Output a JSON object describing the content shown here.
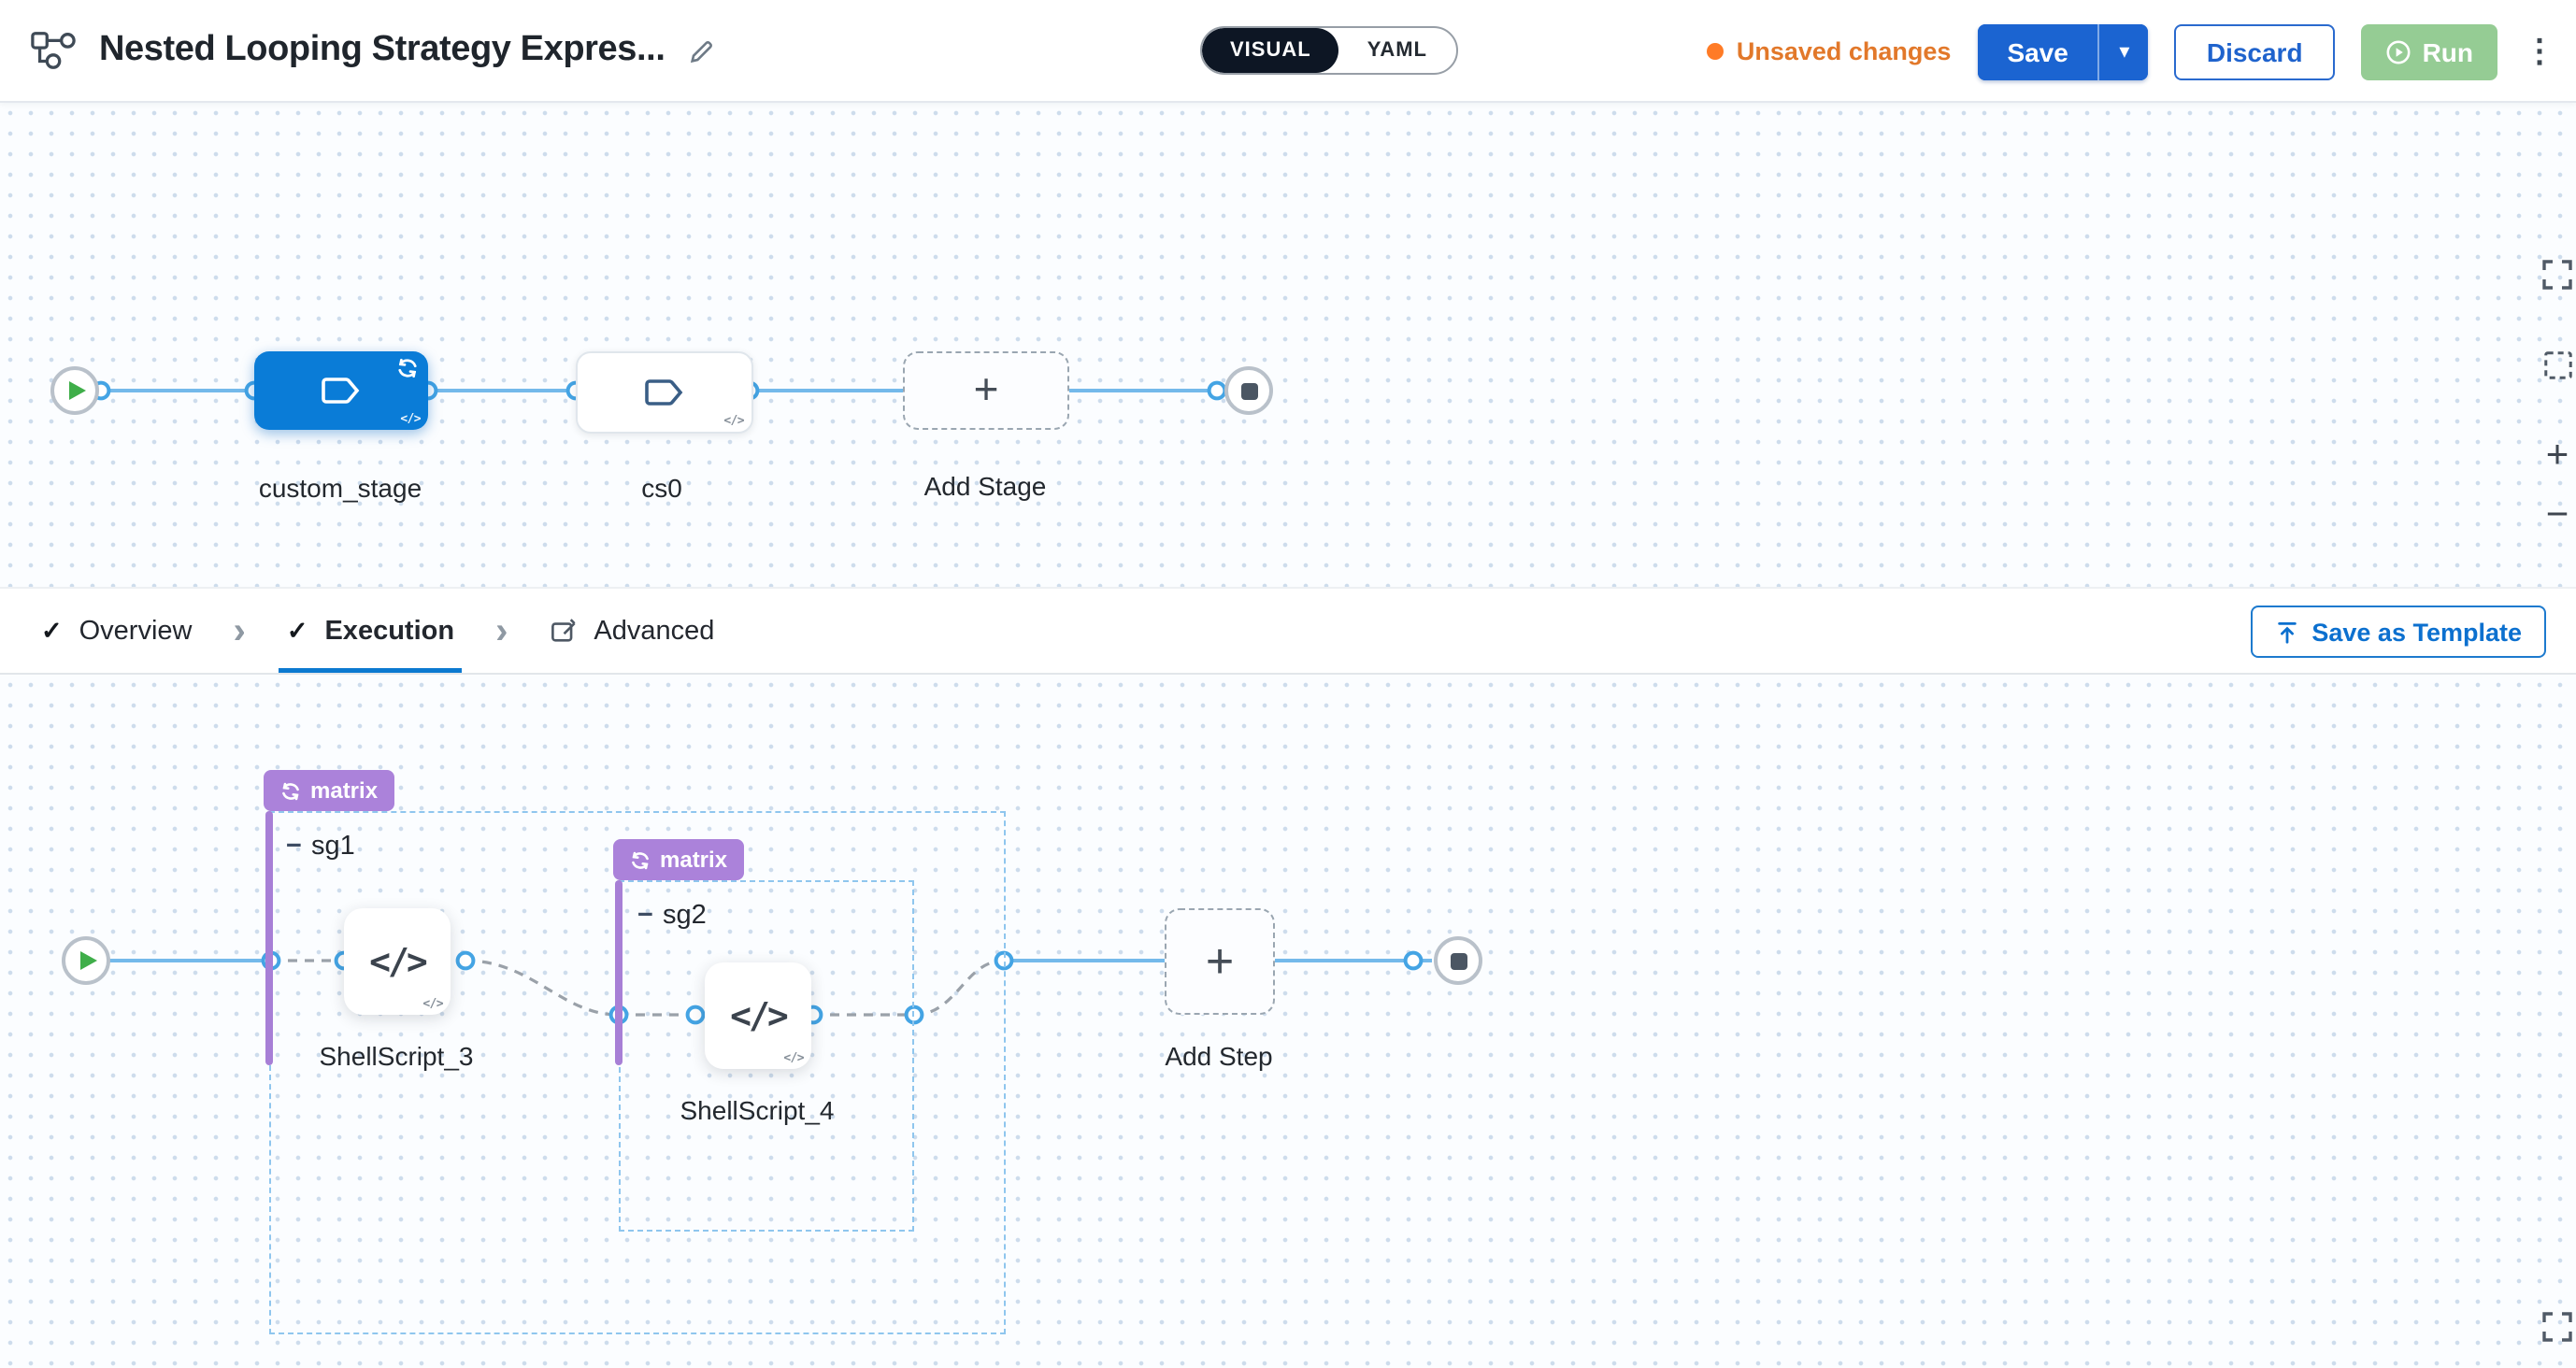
{
  "header": {
    "title": "Nested Looping Strategy Expres...",
    "mode_toggle": {
      "visual": "VISUAL",
      "yaml": "YAML",
      "selected": "VISUAL"
    },
    "unsaved_changes": "Unsaved changes",
    "save": "Save",
    "discard": "Discard",
    "run": "Run"
  },
  "stage_pipeline": {
    "stages": [
      {
        "name": "custom_stage",
        "selected": true,
        "has_looping_strategy": true
      },
      {
        "name": "cs0",
        "selected": false
      }
    ],
    "add_stage": "Add Stage"
  },
  "tab_bar": {
    "tabs": [
      {
        "label": "Overview",
        "complete": true,
        "selected": false
      },
      {
        "label": "Execution",
        "complete": true,
        "selected": true
      },
      {
        "label": "Advanced",
        "selected": false
      }
    ],
    "save_as_template": "Save as Template"
  },
  "execution": {
    "groups": [
      {
        "tag": "matrix",
        "name": "sg1"
      },
      {
        "tag": "matrix",
        "name": "sg2"
      }
    ],
    "steps": [
      {
        "name": "ShellScript_3"
      },
      {
        "name": "ShellScript_4"
      }
    ],
    "add_step": "Add Step"
  },
  "icons": {
    "check": "✓",
    "chevron_right": "›",
    "plus": "+",
    "minus": "−",
    "kebab": "⋮",
    "caret_down": "▾",
    "code": "</>",
    "zoom_in": "+",
    "zoom_out": "−"
  },
  "colors": {
    "primary_blue": "#0278d5",
    "save_button_blue": "#1b64d1",
    "selected_stage_blue": "#0a7cd7",
    "matrix_purple": "#ab82da",
    "unsaved_orange": "#ff7b26",
    "run_green": "#95cc94",
    "connector_blue": "#74b9ea"
  }
}
